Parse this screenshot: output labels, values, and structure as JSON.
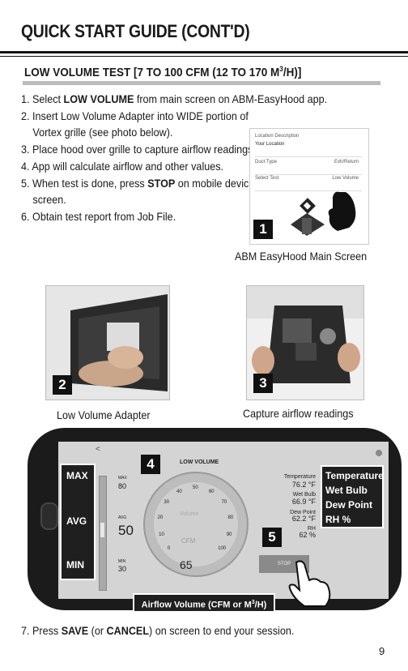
{
  "title": "QUICK START GUIDE (CONT'D)",
  "subheading": {
    "text": "LOW VOLUME TEST [7 TO 100 CFM (12 TO 170 M",
    "sup": "3",
    "end": "/H)]"
  },
  "steps": [
    {
      "n": "1.",
      "pre": "Select ",
      "bold": "LOW VOLUME",
      "post": " from main screen on ABM-EasyHood app."
    },
    {
      "n": "2.",
      "pre": "Insert Low Volume Adapter into WIDE portion of Vortex grille (see photo below).",
      "bold": "",
      "post": ""
    },
    {
      "n": "3.",
      "pre": "Place hood over grille to capture airflow readings.",
      "bold": "",
      "post": ""
    },
    {
      "n": "4.",
      "pre": "App will calculate airflow and other values.",
      "bold": "",
      "post": ""
    },
    {
      "n": "5.",
      "pre": "When test is done, press ",
      "bold": "STOP",
      "post": " on mobile device screen."
    },
    {
      "n": "6.",
      "pre": "Obtain test report from Job File.",
      "bold": "",
      "post": ""
    }
  ],
  "mini_screen": {
    "rows": [
      {
        "label": "Location Description",
        "value": ""
      },
      {
        "label": "Your Location",
        "value": ""
      },
      {
        "label": "Duct Type",
        "value": "Exh/Return"
      },
      {
        "label": "Select Test",
        "value": "Low Volume"
      }
    ],
    "badge": "1",
    "caption": "ABM EasyHood Main Screen"
  },
  "photo_left": {
    "badge": "2",
    "caption": "Low Volume Adapter"
  },
  "photo_right": {
    "badge": "3",
    "caption": "Capture airflow readings"
  },
  "app": {
    "header": "LOW VOLUME",
    "back": "<",
    "max_label": "MAX",
    "max_value": "80",
    "avg_label": "AVG",
    "avg_value": "50",
    "min_label": "MIN",
    "min_value": "30",
    "gauge_unit": "CFM",
    "gauge_watermark": "Volume",
    "gauge_value": "65",
    "gauge_ticks": [
      "0",
      "10",
      "20",
      "30",
      "40",
      "50",
      "60",
      "70",
      "80",
      "90",
      "100"
    ],
    "readings": [
      {
        "label": "Temperature",
        "value": "76.2 °F"
      },
      {
        "label": "Wet Bulb",
        "value": "66.9 °F"
      },
      {
        "label": "Dew Point",
        "value": "62.2 °F"
      },
      {
        "label": "RH",
        "value": "62 %"
      }
    ],
    "stop": "STOP",
    "badge4": "4",
    "badge5": "5"
  },
  "callouts": {
    "left": [
      "MAX",
      "AVG",
      "MIN"
    ],
    "right": [
      "Temperature",
      "Wet Bulb",
      "Dew Point",
      "RH %"
    ],
    "bottom": {
      "pre": "Airflow Volume (CFM or M",
      "sup": "3",
      "post": "/H)"
    }
  },
  "step7": {
    "n": "7.",
    "pre": "Press ",
    "b1": "SAVE",
    "mid": " (or ",
    "b2": "CANCEL",
    "post": ") on screen to end your session."
  },
  "page_number": "9",
  "colors": {
    "accent": "#1f1f1f",
    "screen": "#d4d4d4",
    "phone": "#1b1b1b"
  }
}
